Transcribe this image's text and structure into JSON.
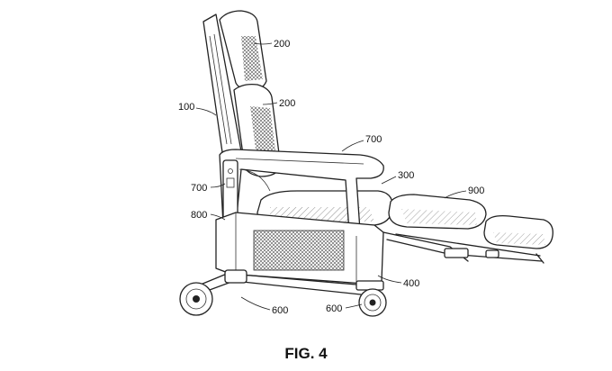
{
  "figure": {
    "caption": "FIG. 4",
    "labels": {
      "headrest_upper": "200",
      "headrest_lower": "200",
      "frame": "100",
      "armrest_top": "700",
      "armrest_side": "700",
      "seat": "300",
      "legrest": "900",
      "base_side": "800",
      "base_front": "400",
      "wheel_rear": "600",
      "wheel_front": "600"
    }
  }
}
